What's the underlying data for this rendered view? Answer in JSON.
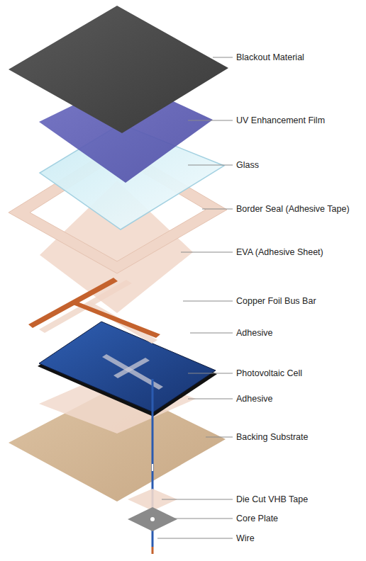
{
  "diagram": {
    "labels": [
      "Blackout Material",
      "UV Enhancement Film",
      "Glass",
      "Border Seal (Adhesive Tape)",
      "EVA (Adhesive Sheet)",
      "Copper Foil Bus Bar",
      "Adhesive",
      "Photovoltaic Cell",
      "Adhesive",
      "Backing Substrate",
      "Die Cut VHB Tape",
      "Core Plate",
      "Wire"
    ]
  }
}
